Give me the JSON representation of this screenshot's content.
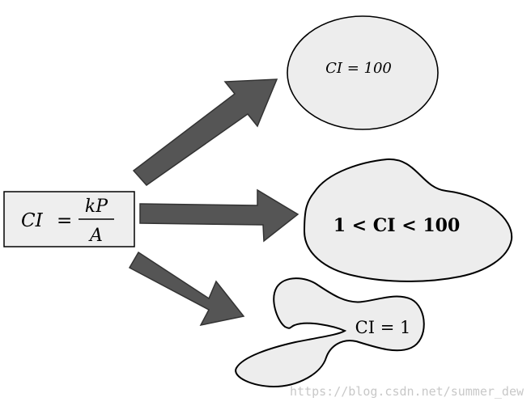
{
  "formula": {
    "lhs": "CI",
    "equals": "=",
    "numerator": "kP",
    "denominator": "A"
  },
  "outcomes": [
    {
      "expression": "CI = 100",
      "shape": "circle"
    },
    {
      "expression": "1 < CI < 100",
      "shape": "compact-blob"
    },
    {
      "expression": "CI = 1",
      "shape": "elongated-blob"
    }
  ],
  "watermark": "https://blog.csdn.net/summer_dew",
  "colors": {
    "shape_fill": "#ededed",
    "formula_fill": "#eeeeee",
    "arrow_fill": "#555555",
    "arrow_edge": "#333333",
    "stroke": "#000000"
  }
}
